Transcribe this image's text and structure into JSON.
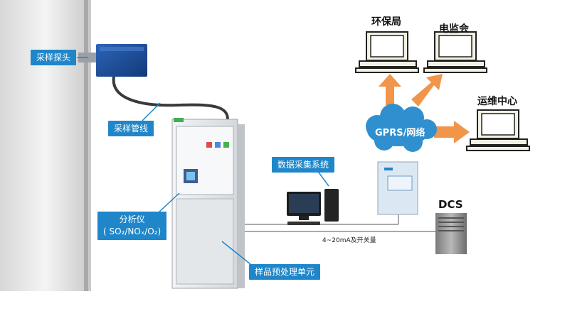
{
  "labels": {
    "probe": "采样探头",
    "pipe": "采样管线",
    "analyzer_line1": "分析仪",
    "analyzer_line2": "( SO₂/NOₓ/O₂)",
    "pretreat": "样品预处理单元",
    "daq": "数据采集系统"
  },
  "nodes": {
    "epb": "环保局",
    "grid": "电监会",
    "ops": "运维中心",
    "cloud": "GPRS/网络",
    "dcs": "DCS"
  },
  "signal_text": "4~20mA及开关量",
  "colors": {
    "label_bg": "#1f86c9",
    "arrow": "#f0954a",
    "cloud": "#2f8fcf",
    "probe_box": "#1c4f9e",
    "cabinet": "#e8ebee"
  }
}
